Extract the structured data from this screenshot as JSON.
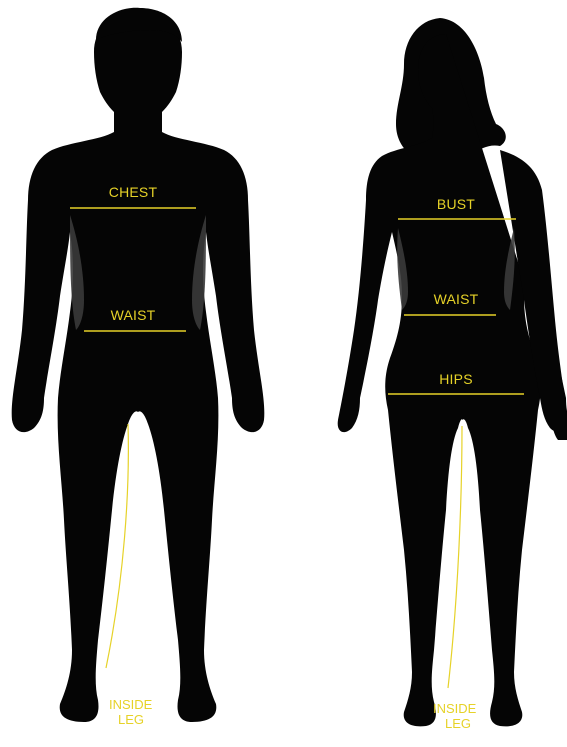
{
  "colors": {
    "silhouette": "#050505",
    "shade": "#3a3a3a",
    "accent": "#e6d228",
    "background": "#ffffff"
  },
  "male": {
    "chest_label": "CHEST",
    "waist_label": "WAIST",
    "inside_leg_label_line1": "INSIDE",
    "inside_leg_label_line2": "LEG"
  },
  "female": {
    "bust_label": "BUST",
    "waist_label": "WAIST",
    "hips_label": "HIPS",
    "inside_leg_label_line1": "INSIDE",
    "inside_leg_label_line2": "LEG"
  }
}
